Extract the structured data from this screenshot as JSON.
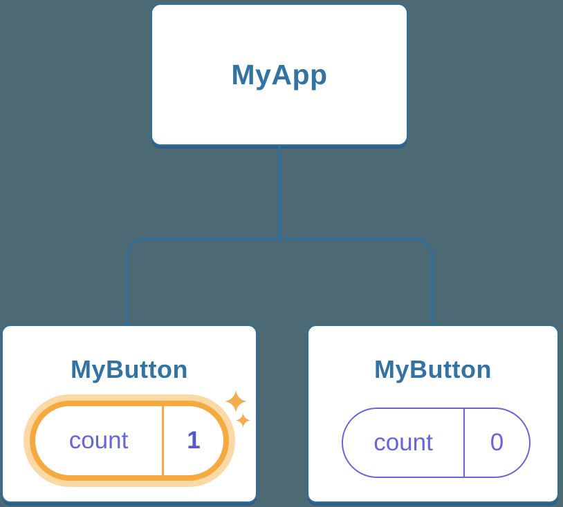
{
  "diagram": {
    "root": {
      "label": "MyApp"
    },
    "children": [
      {
        "label": "MyButton",
        "state": {
          "key": "count",
          "value": "1"
        },
        "highlighted": true
      },
      {
        "label": "MyButton",
        "state": {
          "key": "count",
          "value": "0"
        },
        "highlighted": false
      }
    ]
  },
  "icons": {
    "sparkle_large": "sparkle-icon",
    "sparkle_small": "sparkle-icon"
  },
  "colors": {
    "background": "#4D6973",
    "stroke_blue": "#2F6F9E",
    "stroke_shadow": "#2B5F8A",
    "title_blue": "#3273A3",
    "purple": "#6565DC",
    "value_purple": "#5457D4",
    "orange": "#F6A93F",
    "orange_glow": "#FAD9A6",
    "orange_divider": "#F2A94C",
    "sparkle": "#F5AC50"
  }
}
